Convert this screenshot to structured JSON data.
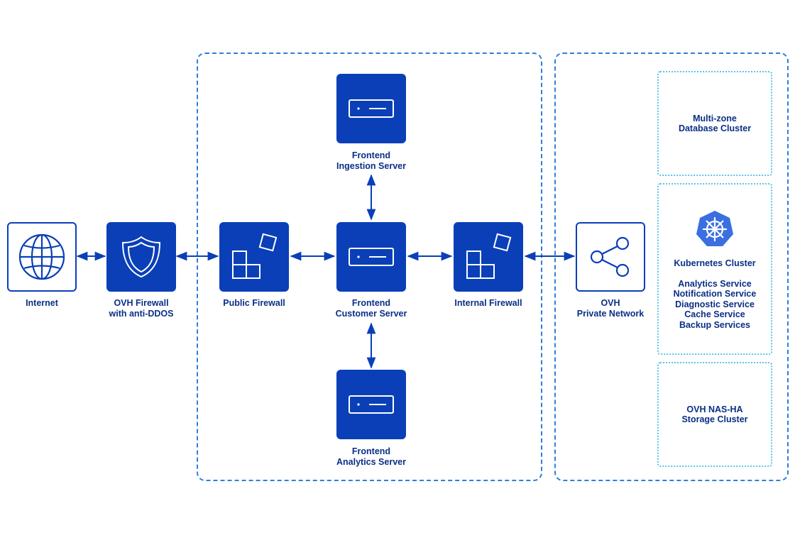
{
  "nodes": {
    "internet": {
      "lines": [
        "Internet"
      ]
    },
    "ovh_firewall": {
      "lines": [
        "OVH Firewall",
        "with anti-DDOS"
      ]
    },
    "public_firewall": {
      "lines": [
        "Public Firewall"
      ]
    },
    "ingestion_server": {
      "lines": [
        "Frontend",
        "Ingestion Server"
      ]
    },
    "customer_server": {
      "lines": [
        "Frontend",
        "Customer Server"
      ]
    },
    "analytics_server": {
      "lines": [
        "Frontend",
        "Analytics Server"
      ]
    },
    "internal_firewall": {
      "lines": [
        "Internal Firewall"
      ]
    },
    "private_network": {
      "lines": [
        "OVH",
        "Private Network"
      ]
    }
  },
  "clusters": {
    "database": {
      "lines": [
        "Multi-zone",
        "Database Cluster"
      ]
    },
    "kubernetes": {
      "title": "Kubernetes Cluster",
      "services": [
        "Analytics Service",
        "Notification Service",
        "Diagnostic Service",
        "Cache Service",
        "Backup Services"
      ]
    },
    "storage": {
      "lines": [
        "OVH NAS-HA",
        "Storage Cluster"
      ]
    }
  },
  "icons": {
    "internet": "globe-icon",
    "ovh_firewall": "shield-icon",
    "public_firewall": "firewall-blocks-icon",
    "internal_firewall": "firewall-blocks-icon",
    "servers": "server-icon",
    "private_network": "share-network-icon",
    "kubernetes": "kubernetes-helm-icon"
  },
  "colors": {
    "primary": "#0a3fb8",
    "label": "#0a2f86",
    "zone_border": "#2e7fd9",
    "subzone_border": "#56c6e8",
    "kubernetes": "#3b6fe0"
  }
}
